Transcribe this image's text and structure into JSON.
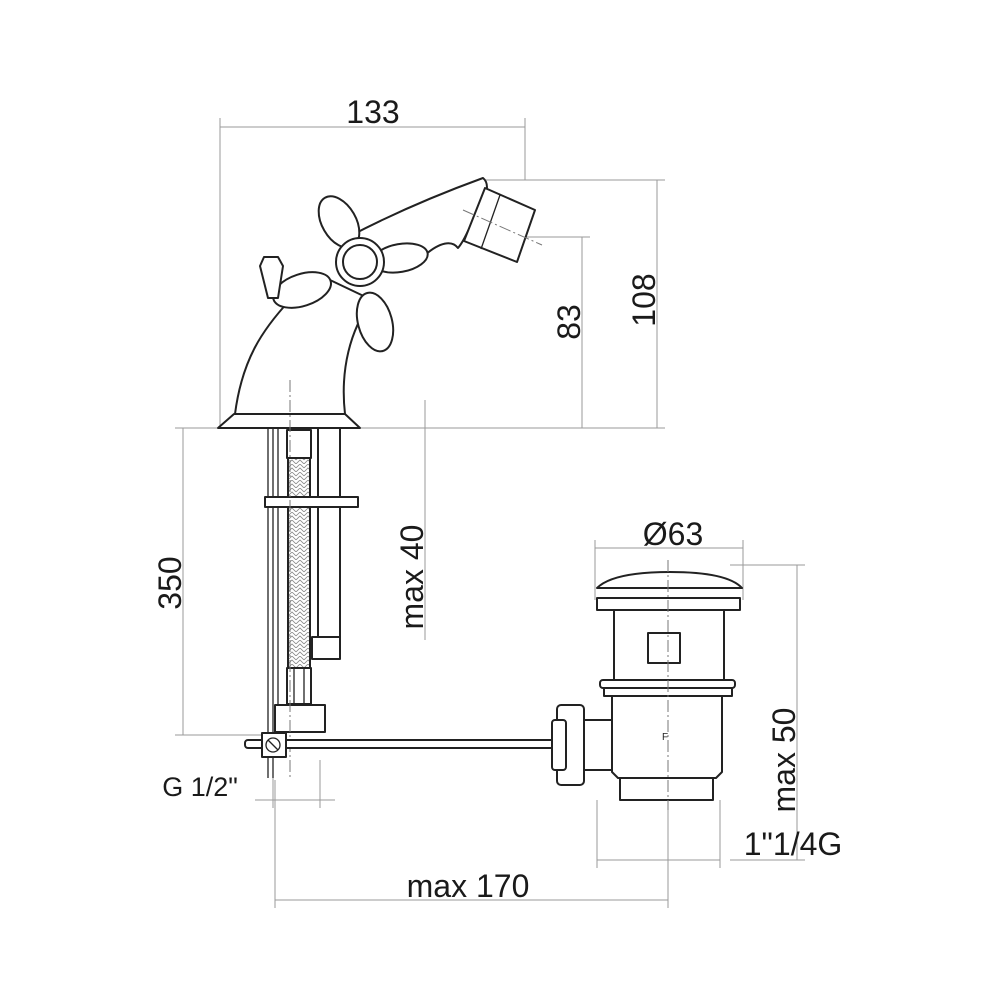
{
  "title": "Bidet mixer technical drawing",
  "dimensions": {
    "width_top": "133",
    "height_total": "108",
    "height_spout": "83",
    "hose_length": "350",
    "deck_thickness": "max 40",
    "drain_diameter": "Ø63",
    "drain_thickness": "max 50",
    "inlet_thread": "G 1/2\"",
    "drain_thread": "1\"1/4G",
    "rod_length": "max 170"
  },
  "colors": {
    "line": "#222222",
    "dimension": "#9a9a9a"
  }
}
